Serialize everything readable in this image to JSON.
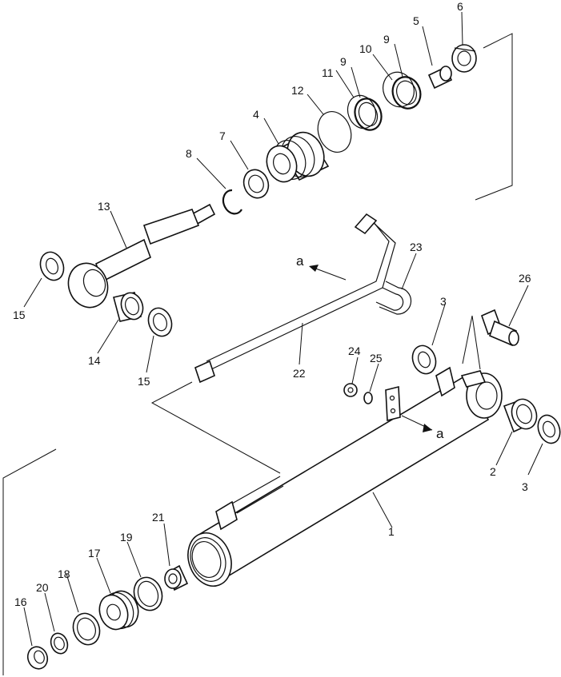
{
  "diagram": {
    "callouts": [
      "1",
      "2",
      "3",
      "3",
      "4",
      "5",
      "6",
      "7",
      "8",
      "9",
      "9",
      "10",
      "11",
      "12",
      "13",
      "14",
      "15",
      "15",
      "16",
      "17",
      "18",
      "19",
      "20",
      "21",
      "22",
      "23",
      "24",
      "25",
      "26"
    ],
    "refs": [
      "a",
      "a"
    ]
  }
}
